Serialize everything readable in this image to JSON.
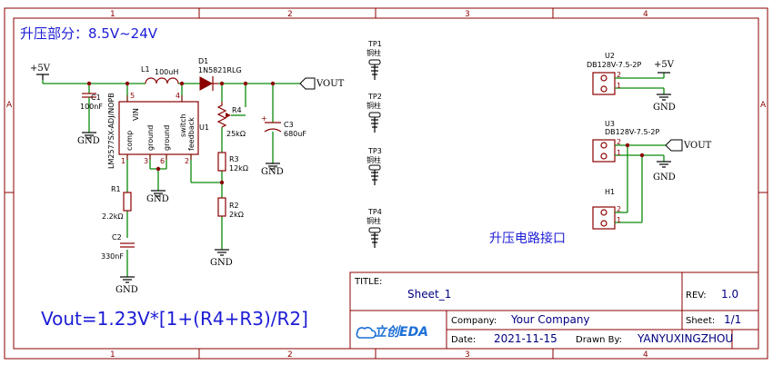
{
  "colors": {
    "frame": "#8b0000",
    "wire": "#0b8a0b",
    "annotation": "#1c1cd6",
    "ground": "#000000"
  },
  "ruler": {
    "columns": [
      "1",
      "2",
      "3",
      "4"
    ],
    "rows": [
      "A"
    ]
  },
  "headings": {
    "boost_section": "升压部分：8.5V~24V",
    "interface": "升压电路接口",
    "formula": "Vout=1.23V*[1+(R4+R3)/R2]"
  },
  "nets": {
    "plus5v": "+5V",
    "gnd": "GND",
    "vout": "VOUT"
  },
  "components": {
    "C1": {
      "ref": "C1",
      "value": "100nF"
    },
    "L1": {
      "ref": "L1",
      "value": "100uH"
    },
    "D1": {
      "ref": "D1",
      "value": "1N5821RLG"
    },
    "U1": {
      "ref": "U1",
      "part": "LM2577SX-ADJ/NOPB",
      "pins": [
        "VIN",
        "comp",
        "ground",
        "ground",
        "switch",
        "feedback"
      ],
      "pin_numbers": [
        "5",
        "4",
        "1",
        "3",
        "6",
        "2"
      ]
    },
    "R4": {
      "ref": "R4",
      "value": "25kΩ"
    },
    "C3": {
      "ref": "C3",
      "value": "680uF"
    },
    "R3": {
      "ref": "R3",
      "value": "12kΩ"
    },
    "R2": {
      "ref": "R2",
      "value": "2kΩ"
    },
    "R1": {
      "ref": "R1",
      "value": "2.2kΩ"
    },
    "C2": {
      "ref": "C2",
      "value": "330nF"
    },
    "U2": {
      "ref": "U2",
      "value": "DB128V-7.5-2P"
    },
    "U3": {
      "ref": "U3",
      "value": "DB128V-7.5-2P"
    },
    "H1": {
      "ref": "H1"
    }
  },
  "test_points": [
    {
      "ref": "TP1",
      "label": "铜柱"
    },
    {
      "ref": "TP2",
      "label": "铜柱"
    },
    {
      "ref": "TP3",
      "label": "铜柱"
    },
    {
      "ref": "TP4",
      "label": "铜柱"
    }
  ],
  "connector_pins": {
    "p1": "1",
    "p2": "2"
  },
  "polarity": "+",
  "title_block": {
    "title_label": "TITLE:",
    "title": "Sheet_1",
    "rev_label": "REV:",
    "rev": "1.0",
    "logo": "立创EDA",
    "company_label": "Company:",
    "company": "Your Company",
    "sheet_label": "Sheet:",
    "sheet": "1/1",
    "date_label": "Date:",
    "date": "2021-11-15",
    "drawn_label": "Drawn By:",
    "drawn": "YANYUXINGZHOU"
  }
}
